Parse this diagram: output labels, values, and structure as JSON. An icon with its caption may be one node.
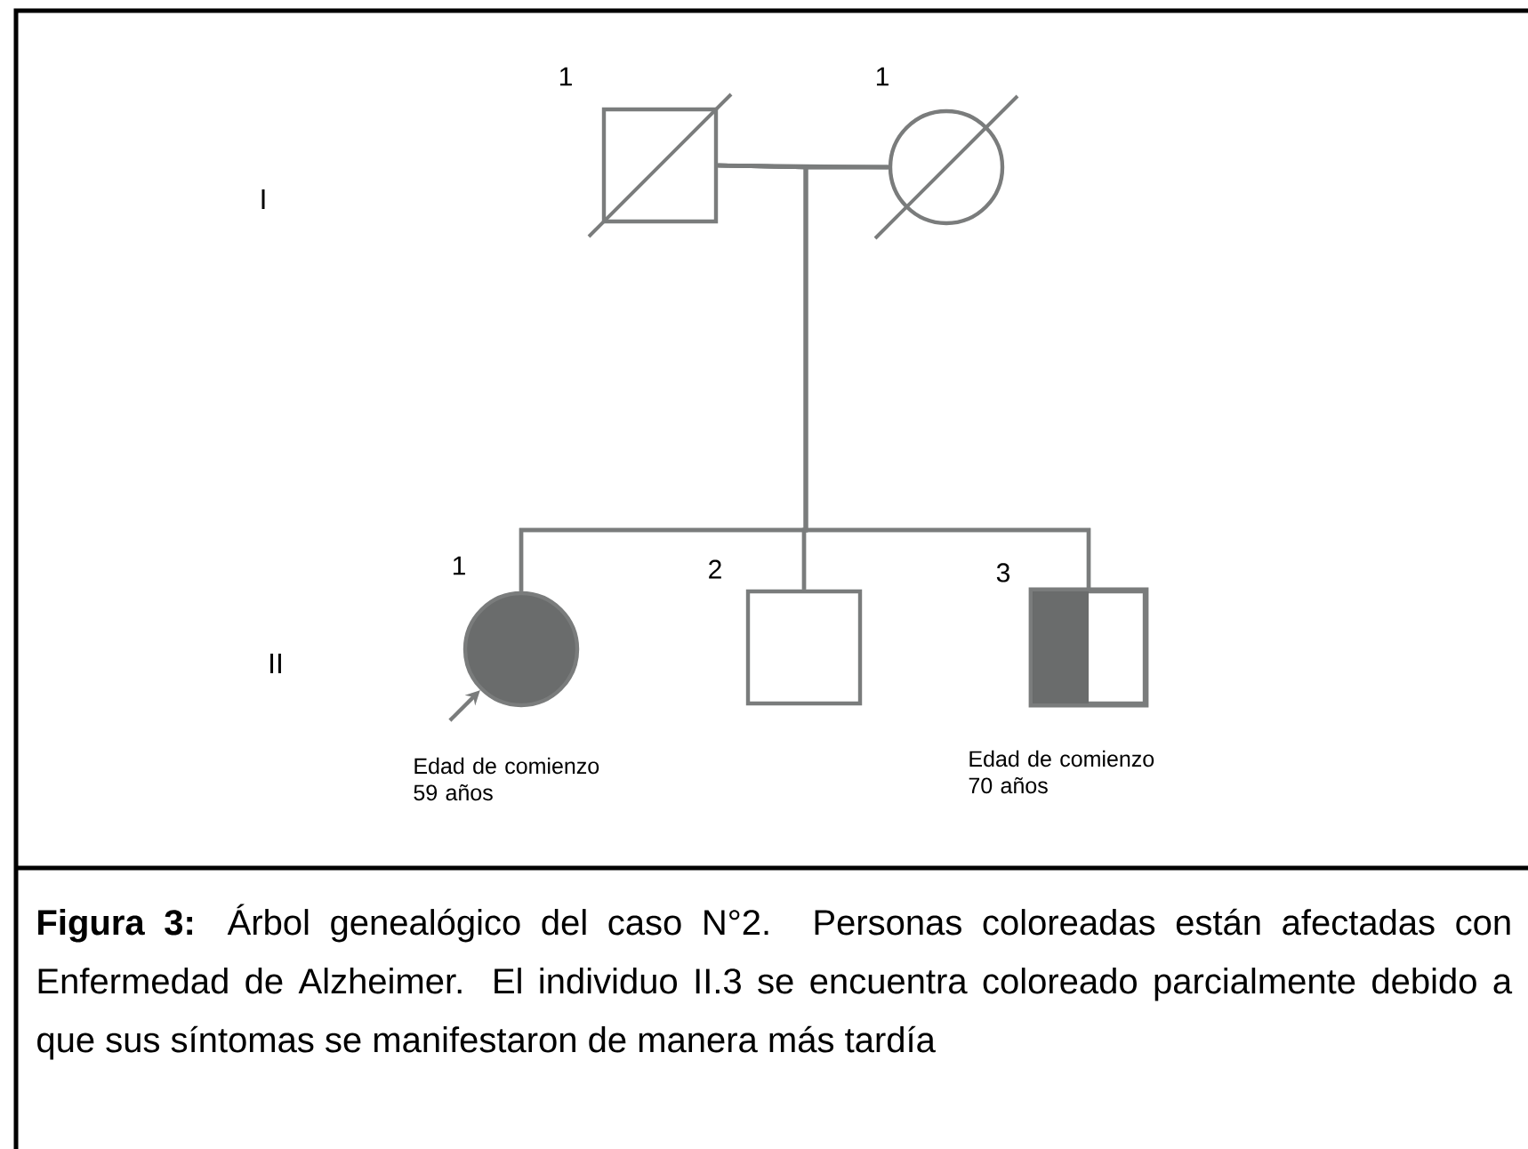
{
  "diagram": {
    "caption": "**Figura 3:** Árbol genealógico del caso N°2. Personas coloreadas están afectadas con Enfermedad de Alzheimer. El individuo II.3 se encuentra coloreado parcialmente debido a que sus síntomas se manifestaron de manera más tardía",
    "nodes": [
      {
        "text": [],
        "shape": "box",
        "beside": [
          "1"
        ]
      },
      {
        "text": [],
        "shape": "circle",
        "beside": [
          "1"
        ]
      },
      {
        "text": [],
        "shape": "circle",
        "beside": [
          "1",
          "Edad de comienzo 59 años"
        ]
      },
      {
        "text": [],
        "shape": "box",
        "beside": [
          "2"
        ]
      },
      {
        "text": [],
        "shape": "box",
        "beside": [
          "3",
          "Edad de comienzo 70 años"
        ]
      }
    ],
    "edges": [
      {
        "from": 0,
        "to": 1,
        "arrow": "none"
      },
      {
        "from": 0,
        "to": 2,
        "arrow": "none"
      },
      {
        "from": 1,
        "to": 2,
        "arrow": "none"
      },
      {
        "from": 0,
        "to": 3,
        "arrow": "none"
      },
      {
        "from": 1,
        "to": 3,
        "arrow": "none"
      },
      {
        "from": 0,
        "to": 4,
        "arrow": "none"
      },
      {
        "from": 1,
        "to": 4,
        "arrow": "none"
      },
      {
        "from": null,
        "to": 2,
        "arrow": "to"
      }
    ],
    "labels": [
      "I",
      "II"
    ]
  }
}
